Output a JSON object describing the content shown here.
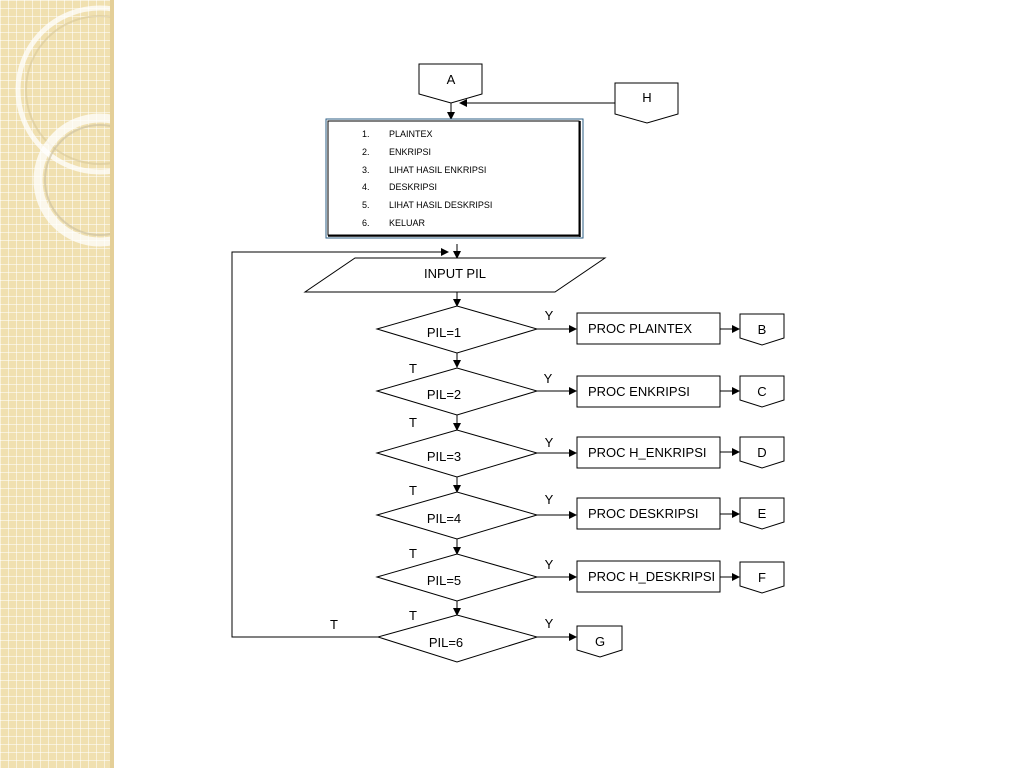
{
  "connectors": {
    "a": "A",
    "h": "H",
    "b": "B",
    "c": "C",
    "d": "D",
    "e": "E",
    "f": "F",
    "g": "G"
  },
  "menu": {
    "items": [
      {
        "num": "1.",
        "label": "PLAINTEX"
      },
      {
        "num": "2.",
        "label": "ENKRIPSI"
      },
      {
        "num": "3.",
        "label": "LIHAT HASIL ENKRIPSI"
      },
      {
        "num": "4.",
        "label": "DESKRIPSI"
      },
      {
        "num": "5.",
        "label": "LIHAT HASIL DESKRIPSI"
      },
      {
        "num": "6.",
        "label": "KELUAR"
      }
    ]
  },
  "input": {
    "label": "INPUT PIL"
  },
  "decisions": [
    {
      "label": "PIL=1",
      "yes": "Y",
      "no": "T"
    },
    {
      "label": "PIL=2",
      "yes": "Y",
      "no": "T"
    },
    {
      "label": "PIL=3",
      "yes": "Y",
      "no": "T"
    },
    {
      "label": "PIL=4",
      "yes": "Y",
      "no": "T"
    },
    {
      "label": "PIL=5",
      "yes": "Y",
      "no": "T"
    },
    {
      "label": "PIL=6",
      "yes": "Y",
      "no": "T"
    }
  ],
  "processes": [
    {
      "label": "PROC PLAINTEX"
    },
    {
      "label": "PROC ENKRIPSI"
    },
    {
      "label": "PROC H_ENKRIPSI"
    },
    {
      "label": "PROC DESKRIPSI"
    },
    {
      "label": "PROC H_DESKRIPSI"
    }
  ]
}
